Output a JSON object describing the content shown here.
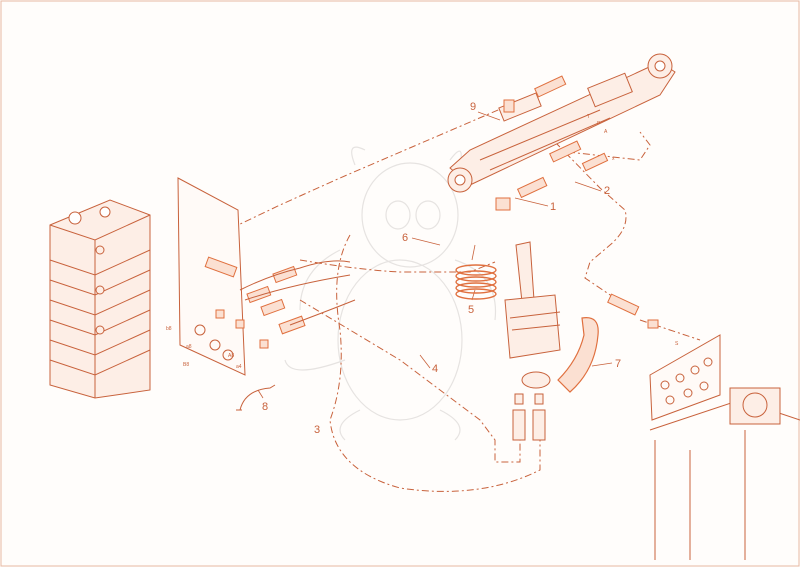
{
  "colors": {
    "line": "#c8623c",
    "fill": "#fdeee6",
    "accent": "#e0703f",
    "watermark": "#e6e3e1"
  },
  "callouts": {
    "c1": "1",
    "c2": "2",
    "c3": "3",
    "c4": "4",
    "c5": "5",
    "c6": "6",
    "c7": "7",
    "c8": "8",
    "c9": "9"
  },
  "port_labels": {
    "b8": "b8",
    "a8": "a8",
    "b8_lower": "B8",
    "a8_lower": "A8",
    "a4": "a4",
    "t": "T",
    "p": "P",
    "a": "A",
    "x": "x",
    "s": "S"
  }
}
